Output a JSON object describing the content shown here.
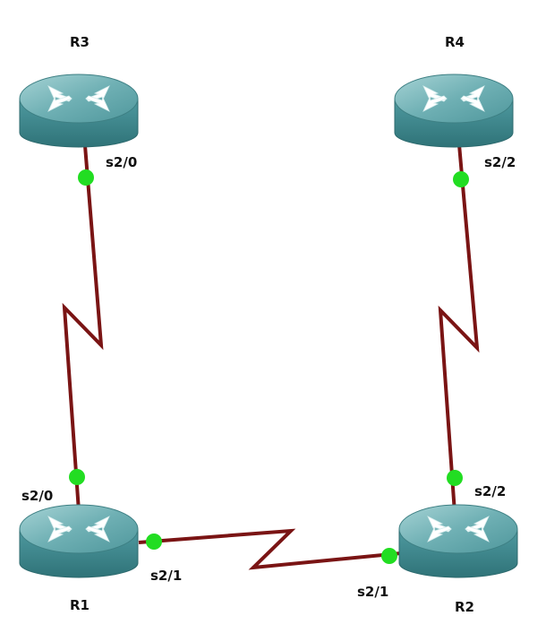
{
  "colors": {
    "link": "#7a1414",
    "port_dot": "#22dd22",
    "router_top": "#6fa8ad",
    "router_side": "#3f8a90"
  },
  "routers": [
    {
      "id": "r3",
      "label": "R3",
      "icon": "router-icon"
    },
    {
      "id": "r4",
      "label": "R4",
      "icon": "router-icon"
    },
    {
      "id": "r1",
      "label": "R1",
      "icon": "router-icon"
    },
    {
      "id": "r2",
      "label": "R2",
      "icon": "router-icon"
    }
  ],
  "links": [
    {
      "id": "r3-r1",
      "type": "serial",
      "a": {
        "router": "R3",
        "iface": "s2/0"
      },
      "b": {
        "router": "R1",
        "iface": "s2/0"
      }
    },
    {
      "id": "r4-r2",
      "type": "serial",
      "a": {
        "router": "R4",
        "iface": "s2/2"
      },
      "b": {
        "router": "R2",
        "iface": "s2/2"
      }
    },
    {
      "id": "r1-r2",
      "type": "serial",
      "a": {
        "router": "R1",
        "iface": "s2/1"
      },
      "b": {
        "router": "R2",
        "iface": "s2/1"
      }
    }
  ]
}
